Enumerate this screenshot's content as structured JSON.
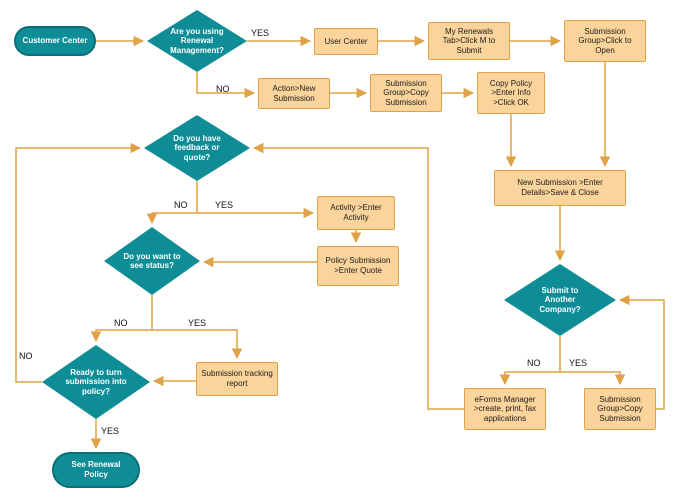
{
  "labels": {
    "yes": "YES",
    "no": "NO"
  },
  "colors": {
    "teal_fill": "#0E8D97",
    "teal_border": "#0A6F78",
    "orange_fill": "#FBD49C",
    "orange_border": "#DFA246",
    "connector": "#DFA246",
    "background": "#FFFFFF"
  },
  "nodes": {
    "customer_center": "Customer Center",
    "renewal_q": "Are you using Renewal Management?",
    "user_center": "User Center",
    "my_renewals": "My Renewals Tab>Click M to Submit",
    "submission_open": "Submission Group>Click to Open",
    "action_new": "Action>New Submission",
    "submission_copy_top": "Submission Group>Copy Submission",
    "copy_policy": "Copy Policy >Enter Info >Click OK",
    "new_submission_details": "New Submission >Enter Details>Save & Close",
    "submit_another_q": "Submit to Another Company?",
    "eforms": "eForms Manager >create, print, fax applications",
    "submission_copy_bottom": "Submission Group>Copy Submission",
    "feedback_q": "Do you have feedback or quote?",
    "activity": "Activity >Enter Activity",
    "policy_submission": "Policy Submission >Enter Quote",
    "status_q": "Do you want to see status?",
    "tracking": "Submission tracking report",
    "ready_q": "Ready to turn submission into policy?",
    "see_renewal": "See Renewal Policy"
  }
}
